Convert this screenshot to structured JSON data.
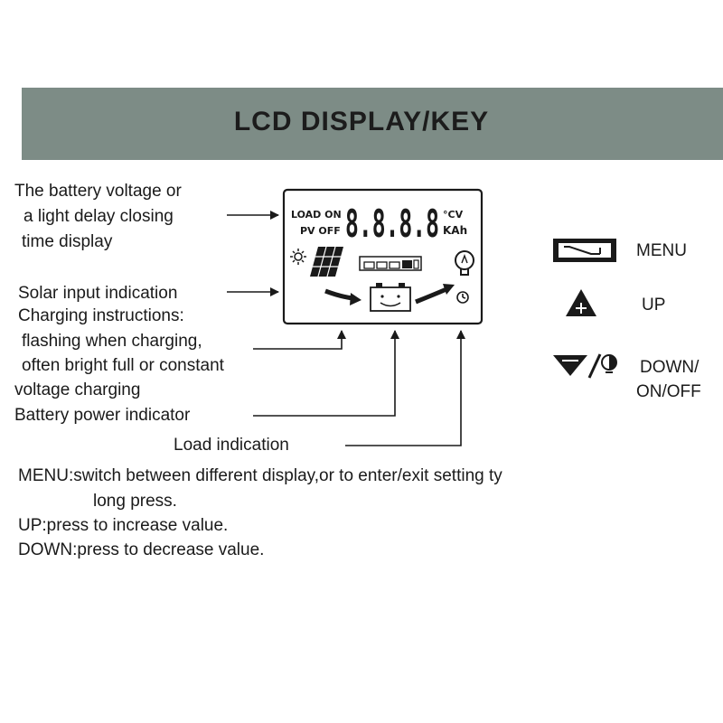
{
  "header": {
    "title": "LCD DISPLAY/KEY"
  },
  "callouts": {
    "voltage": [
      "The battery voltage or",
      "a light delay closing",
      "time display"
    ],
    "solar": "Solar input indication",
    "charging": [
      "Charging instructions:",
      "flashing when charging,",
      "often bright full or constant",
      "voltage charging"
    ],
    "battery": "Battery power indicator",
    "load": "Load indication"
  },
  "lcd": {
    "load_on": "LOAD ON",
    "pv_off": "PV OFF",
    "digits": "8.8.8.8",
    "unit_cv": "°CV",
    "unit_kah": "KAh"
  },
  "keys": [
    {
      "icon": "menu-key-icon",
      "label": "MENU"
    },
    {
      "icon": "up-key-icon",
      "label": "UP"
    },
    {
      "icon": "down-onoff-key-icon",
      "label": [
        "DOWN/",
        "ON/OFF"
      ]
    }
  ],
  "instructions": [
    "MENU:switch between different display,or to enter/exit setting ty",
    "long press.",
    "UP:press to increase value.",
    "DOWN:press to decrease value."
  ]
}
